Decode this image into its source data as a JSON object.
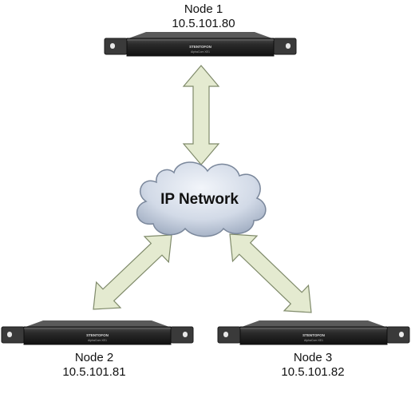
{
  "network": {
    "label": "IP Network"
  },
  "nodes": [
    {
      "name": "Node 1",
      "ip": "10.5.101.80",
      "brand": "STENTOFON",
      "model": "AlphaCom XE1"
    },
    {
      "name": "Node 2",
      "ip": "10.5.101.81",
      "brand": "STENTOFON",
      "model": "AlphaCom XE1"
    },
    {
      "name": "Node 3",
      "ip": "10.5.101.82",
      "brand": "STENTOFON",
      "model": "AlphaCom XE1"
    }
  ],
  "colors": {
    "arrow_fill": "#e4ead0",
    "arrow_stroke": "#7f8a6a",
    "cloud_fill": "#c9d3e3",
    "cloud_stroke": "#6f7d93",
    "device_body": "#262626"
  }
}
